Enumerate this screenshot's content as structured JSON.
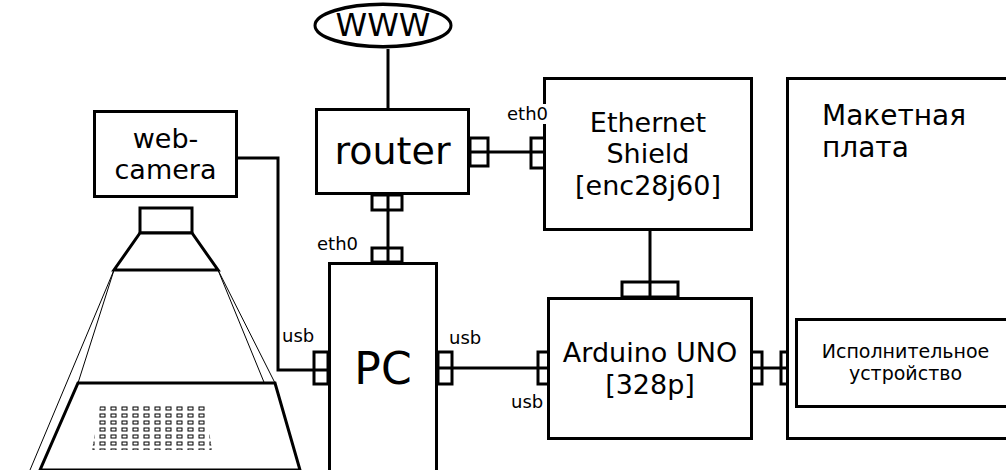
{
  "diagram": {
    "nodes": [
      {
        "text": [
          "WWW"
        ]
      },
      {
        "text": [
          "router"
        ]
      },
      {
        "text": [
          "Ethernet Shield [enc28j60]"
        ]
      },
      {
        "text": [
          "Макетная плата"
        ]
      },
      {
        "text": [
          "Исполнительное устройство"
        ],
        "in": 3
      },
      {
        "text": [
          "web-camera"
        ]
      },
      {
        "text": [
          "PC"
        ]
      },
      {
        "text": [
          "Arduino UNO [328p]"
        ]
      }
    ],
    "edges": [
      {
        "from": 0,
        "to": 1,
        "arrow": "none"
      },
      {
        "from": 1,
        "to": 2,
        "arrow": "none"
      },
      {
        "from": 1,
        "to": 6,
        "arrow": "none"
      },
      {
        "from": 5,
        "to": 6,
        "arrow": "none"
      },
      {
        "from": 6,
        "to": 7,
        "arrow": "none"
      },
      {
        "from": 2,
        "to": 7,
        "arrow": "none"
      },
      {
        "from": 7,
        "to": 4,
        "arrow": "none"
      }
    ],
    "labels": [
      "eth0",
      "eth0",
      "usb",
      "usb",
      "usb"
    ]
  }
}
